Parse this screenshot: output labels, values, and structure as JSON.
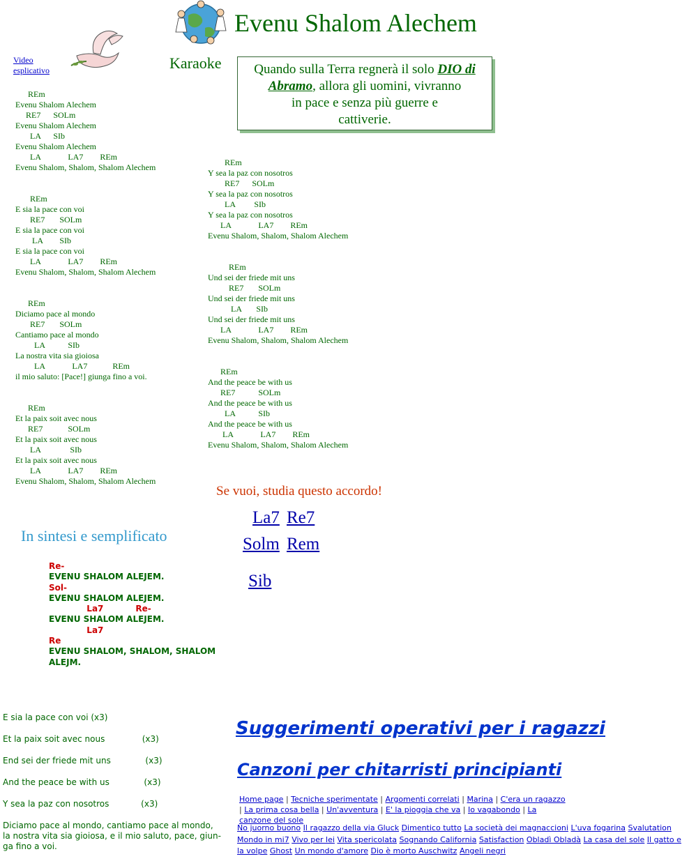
{
  "header": {
    "title": "Evenu Shalom Alechem",
    "karaoke": "Karaoke",
    "video_link_line1": "Video",
    "video_link_line2": "esplicativo"
  },
  "quote": {
    "part1": "Quando sulla Terra regnerà il solo ",
    "dio": "DIO di",
    "abramo": "Abramo",
    "part2": ", allora gli uomini, vivranno",
    "line3": "in pace e senza più guerre e",
    "line4": "cattiverie."
  },
  "lyrics_left": [
    "      REm\nEvenu Shalom Alechem\n     RE7      SOLm\nEvenu Shalom Alechem\n       LA      SIb\nEvenu Shalom Alechem\n       LA             LA7        REm\nEvenu Shalom, Shalom, Shalom Alechem",
    "       REm\nE sia la pace con voi\n       RE7       SOLm\nE sia la pace con voi\n        LA        SIb\nE sia la pace con voi\n       LA             LA7        REm\nEvenu Shalom, Shalom, Shalom Alechem",
    "      REm\nDiciamo pace al mondo\n       RE7       SOLm\nCantiamo pace al mondo\n         LA           SIb\nLa nostra vita sia gioiosa\n         LA             LA7            REm\nil mio saluto: [Pace!] giunga fino a voi.",
    "      REm\nEt la paix soit avec nous\n      RE7            SOLm\nEt la paix soit avec nous\n       LA              SIb\nEt la paix soit avec nous\n       LA             LA7        REm\nEvenu Shalom, Shalom, Shalom Alechem"
  ],
  "lyrics_right": [
    "        REm\nY sea la paz con nosotros\n        RE7      SOLm\nY sea la paz con nosotros\n        LA         SIb\nY sea la paz con nosotros\n      LA             LA7        REm\nEvenu Shalom, Shalom, Shalom Alechem",
    "          REm\nUnd sei der friede mit uns\n          RE7       SOLm\nUnd sei der friede mit uns\n           LA       SIb\nUnd sei der friede mit uns\n      LA             LA7        REm\nEvenu Shalom, Shalom, Shalom Alechem",
    "      REm\nAnd the peace be with us\n      RE7           SOLm\nAnd the peace be with us\n        LA           SIb\nAnd the peace be with us\n       LA             LA7        REm\nEvenu Shalom, Shalom, Shalom Alechem"
  ],
  "studia": "Se vuoi, studia questo accordo!",
  "chords": [
    "La7",
    "Re7",
    "Solm",
    "Rem",
    "Sib"
  ],
  "sintesi": "In sintesi e semplificato",
  "simplified": [
    {
      "t": "ch",
      "v": "Re-"
    },
    {
      "t": "tx",
      "v": "EVENU SHALOM ALEJEM."
    },
    {
      "t": "ch",
      "v": "Sol-"
    },
    {
      "t": "tx",
      "v": "EVENU SHALOM ALEJEM."
    },
    {
      "t": "ch",
      "v": "             La7           Re-"
    },
    {
      "t": "tx",
      "v": "EVENU SHALOM ALEJEM."
    },
    {
      "t": "ch",
      "v": "             La7"
    },
    {
      "t": "ch",
      "v": "Re"
    },
    {
      "t": "tx",
      "v": "EVENU SHALOM, SHALOM, SHALOM"
    },
    {
      "t": "tx",
      "v": "ALEJM."
    }
  ],
  "recap": [
    "E sia la pace con voi (x3)",
    "Et la paix soit avec nous              (x3)",
    "End sei der friede mit uns             (x3)",
    "And the peace be with us             (x3)",
    "Y sea la paz con nosotros            (x3)"
  ],
  "recap_last": "Diciamo pace al mondo, cantiamo pace al mondo,\nla nostra vita sia gioiosa, e il mio saluto, pace, giun-\nga fino a voi.",
  "links": {
    "suggerimenti": "Suggerimenti operativi per i ragazzi",
    "canzoni": "Canzoni per chitarristi principianti"
  },
  "nav1": [
    "Home page",
    "Tecniche sperimentate",
    "Argomenti correlati",
    "Marina",
    "C'era un ragazzo",
    "La prima cosa bella",
    "Un'avventura",
    "E' la pioggia che va",
    "Io vagabondo",
    "La canzone del sole"
  ],
  "nav2": [
    "No juorno buono",
    "Il ragazzo della via Gluck",
    "Dimentico tutto",
    "La società dei magnaccioni",
    "L'uva fogarina",
    "Svalutation",
    "Mondo in mi7",
    "Vivo per lei",
    "Vita spericolata",
    "Sognando California",
    "Satisfaction",
    "Obladì Obladà",
    "La casa del sole",
    "Il gatto e la volpe",
    "Ghost",
    "Un mondo d'amore",
    "Dio è morto Auschwitz",
    "Angeli negri"
  ]
}
